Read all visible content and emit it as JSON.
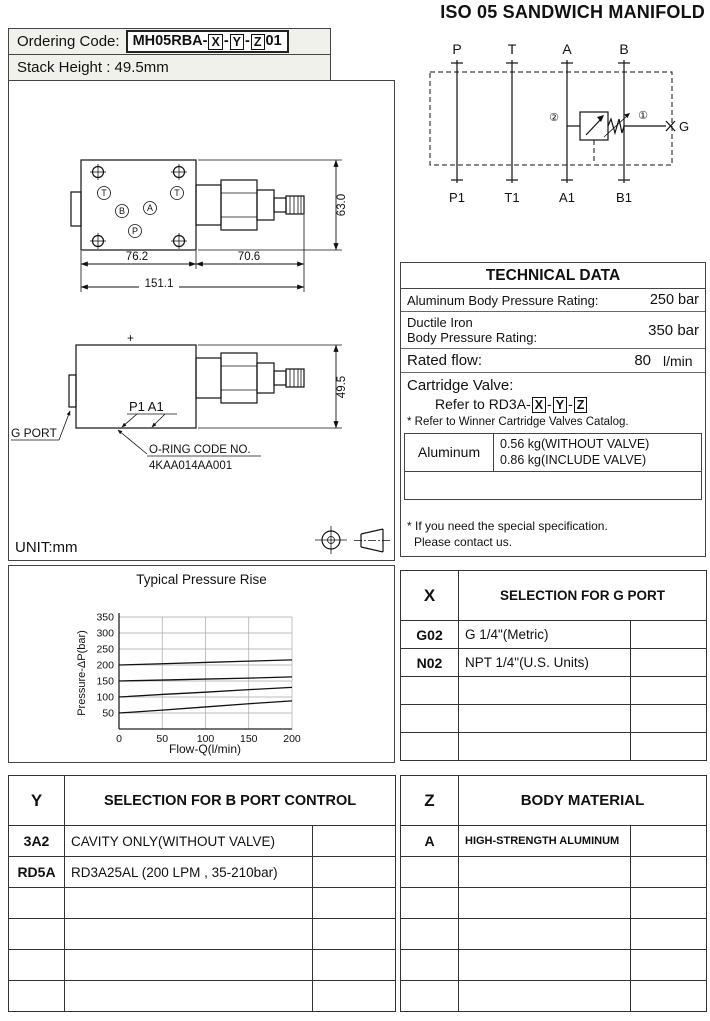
{
  "page": {
    "title": "ISO 05 SANDWICH MANIFOLD",
    "unit_note": "UNIT:mm"
  },
  "xyz_codes": {
    "x": "X",
    "y": "Y",
    "z": "Z",
    "sep": "-"
  },
  "ordering": {
    "label": "Ordering Code:",
    "code_prefix": "MH05RBA-",
    "code_suffix": "01",
    "stack_height_label": "Stack Height : 49.5mm"
  },
  "schematic": {
    "top_ports": [
      "P",
      "T",
      "A",
      "B"
    ],
    "bottom_ports": [
      "P1",
      "T1",
      "A1",
      "B1"
    ],
    "g_label": "G",
    "x_mark": "×",
    "callout_1": "①",
    "callout_2": "②"
  },
  "drawing": {
    "dims": {
      "body_width": "76.2",
      "valve_length": "70.6",
      "total_length": "151.1",
      "top_height": "63.0",
      "side_height": "49.5"
    },
    "port_letters": {
      "t_left": "T",
      "t_right": "T",
      "b": "B",
      "a": "A",
      "p": "P"
    },
    "plus_mark": "+",
    "side_port_label": "P1 A1",
    "g_port_label": "G PORT",
    "oring_line1": "O-RING CODE NO.",
    "oring_line2": "4KAA014AA001"
  },
  "technical_data": {
    "title": "TECHNICAL DATA",
    "aluminum_rating_label": "Aluminum Body Pressure Rating:",
    "aluminum_rating_value": "250 bar",
    "ductile_label_line1": "Ductile Iron",
    "ductile_label_line2": "Body Pressure Rating:",
    "ductile_value": "350 bar",
    "rated_flow_label": "Rated flow:",
    "rated_flow_value": "80",
    "rated_flow_unit": "l/min",
    "cartridge_label": "Cartridge Valve:",
    "cartridge_ref_prefix": "Refer to RD3A-",
    "cartridge_note": "* Refer to Winner Cartridge Valves Catalog.",
    "weight_material": "Aluminum",
    "weight_without": "0.56 kg(WITHOUT VALVE)",
    "weight_include": "0.86 kg(INCLUDE VALVE)",
    "footnote_line1": "* If you need the special specification.",
    "footnote_line2": "Please contact us."
  },
  "chart_data": {
    "type": "line",
    "title": "Typical Pressure Rise",
    "xlabel": "Flow-Q(l/min)",
    "ylabel": "Pressure-ΔP(bar)",
    "xlim": [
      0,
      200
    ],
    "ylim": [
      0,
      350
    ],
    "xticks": [
      0,
      50,
      100,
      150,
      200
    ],
    "yticks": [
      50,
      100,
      150,
      200,
      250,
      300,
      350
    ],
    "grid": true,
    "legend": false,
    "x": [
      0,
      50,
      100,
      150,
      200
    ],
    "series": [
      {
        "name": "curve-1",
        "values": [
          200,
          204,
          208,
          212,
          216
        ]
      },
      {
        "name": "curve-2",
        "values": [
          150,
          153,
          156,
          159,
          163
        ]
      },
      {
        "name": "curve-3",
        "values": [
          100,
          108,
          115,
          123,
          130
        ]
      },
      {
        "name": "curve-4",
        "values": [
          50,
          59,
          69,
          79,
          88
        ]
      }
    ]
  },
  "selection_tables": {
    "g_port": {
      "code": "X",
      "title": "SELECTION FOR G PORT",
      "rows": [
        {
          "code": "G02",
          "desc": "G 1/4\"(Metric)"
        },
        {
          "code": "N02",
          "desc": "NPT 1/4\"(U.S. Units)"
        }
      ]
    },
    "b_port": {
      "code": "Y",
      "title": "SELECTION FOR B PORT CONTROL",
      "rows": [
        {
          "code": "3A2",
          "desc": "CAVITY ONLY(WITHOUT VALVE)"
        },
        {
          "code": "RD5A",
          "desc": "RD3A25AL (200 LPM , 35-210bar)"
        }
      ]
    },
    "body_material": {
      "code": "Z",
      "title": "BODY MATERIAL",
      "rows": [
        {
          "code": "A",
          "desc": "HIGH-STRENGTH ALUMINUM"
        }
      ]
    }
  }
}
